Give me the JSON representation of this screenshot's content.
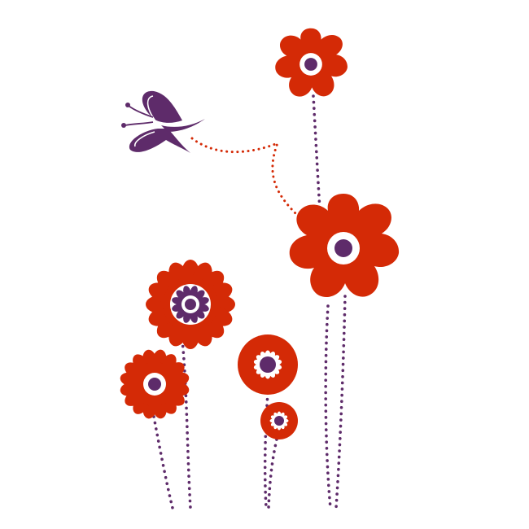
{
  "illustration": {
    "subject": "floral-butterfly-clipart",
    "palette": {
      "petal": "#d42a06",
      "center": "#5e2b6a",
      "ring": "#ffffff",
      "stem": "#5e2b6a",
      "trail": "#d42a06",
      "butterfly": "#5e2b6a",
      "background": "#ffffff"
    },
    "flowers": [
      {
        "kind": "six-petal-blossom",
        "size": "medium"
      },
      {
        "kind": "six-petal-blossom",
        "size": "large"
      },
      {
        "kind": "daisy",
        "size": "medium"
      },
      {
        "kind": "daisy",
        "size": "small"
      },
      {
        "kind": "disc",
        "size": "medium"
      },
      {
        "kind": "disc",
        "size": "small"
      }
    ],
    "butterfly": {
      "icon": "butterfly-icon",
      "trail": "dotted-flight-path"
    }
  }
}
